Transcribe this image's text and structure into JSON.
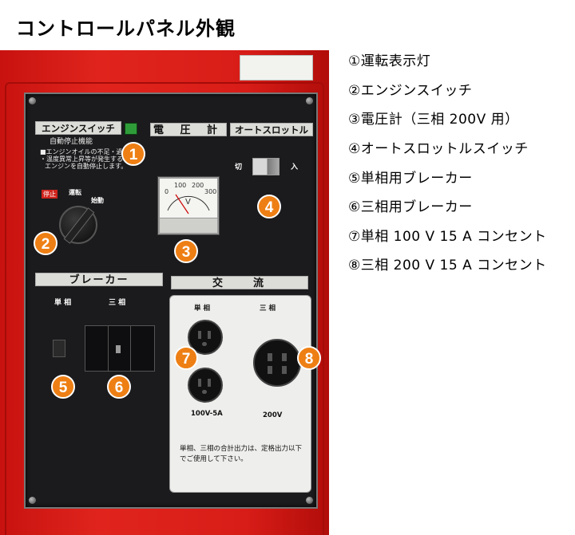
{
  "page": {
    "title": "コントロールパネル外観"
  },
  "panel": {
    "engine_switch_label": "エンジンスイッチ",
    "auto_stop_lines": [
      "自動停止機能",
      "■エンジンオイルの不足・過回転",
      "・温度異常上昇等が発生すると",
      "エンジンを自動停止します。"
    ],
    "voltmeter_label": "電 圧 計",
    "voltmeter_unit": "V",
    "voltmeter_scale": [
      "0",
      "100",
      "200",
      "300"
    ],
    "throttle_label": "オートスロットル",
    "throttle_off": "切",
    "throttle_on": "入",
    "key_stop": "停止",
    "key_run": "運転",
    "key_start": "始動",
    "breaker_label": "ブレーカー",
    "breaker_single": "単 相",
    "breaker_three": "三 相",
    "ac_label": "交　　流",
    "ac_single": "単 相",
    "ac_three": "三 相",
    "ac_single_rating": "100V-5A",
    "ac_three_rating": "200V",
    "ac_note_lines": [
      "単相、三相の合計出力は、定格出力以下",
      "でご使用して下さい。"
    ],
    "badges": [
      "1",
      "2",
      "3",
      "4",
      "5",
      "6",
      "7",
      "8"
    ]
  },
  "legend": [
    "①運転表示灯",
    "②エンジンスイッチ",
    "③電圧計（三相 200V 用）",
    "④オートスロットルスイッチ",
    "⑤単相用ブレーカー",
    "⑥三相用ブレーカー",
    "⑦単相 100 V  15 A コンセント",
    "⑧三相 200 V  15 A コンセント"
  ],
  "colors": {
    "housing": "#d81c17",
    "badge": "#ee7f14",
    "panel": "#1b1b1d"
  }
}
